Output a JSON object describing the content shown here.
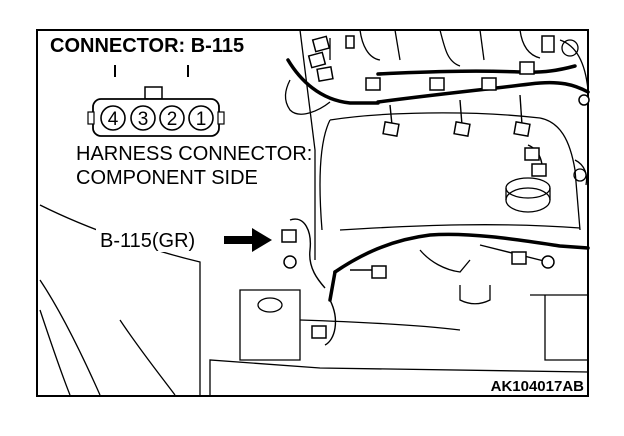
{
  "title": "CONNECTOR: B-115",
  "connector_pins": [
    "4",
    "3",
    "2",
    "1"
  ],
  "harness_label_line1": "HARNESS CONNECTOR:",
  "harness_label_line2": "COMPONENT SIDE",
  "pointer_label": "B-115(GR)",
  "figure_code": "AK104017AB",
  "colors": {
    "ink": "#000000",
    "background": "#ffffff"
  }
}
